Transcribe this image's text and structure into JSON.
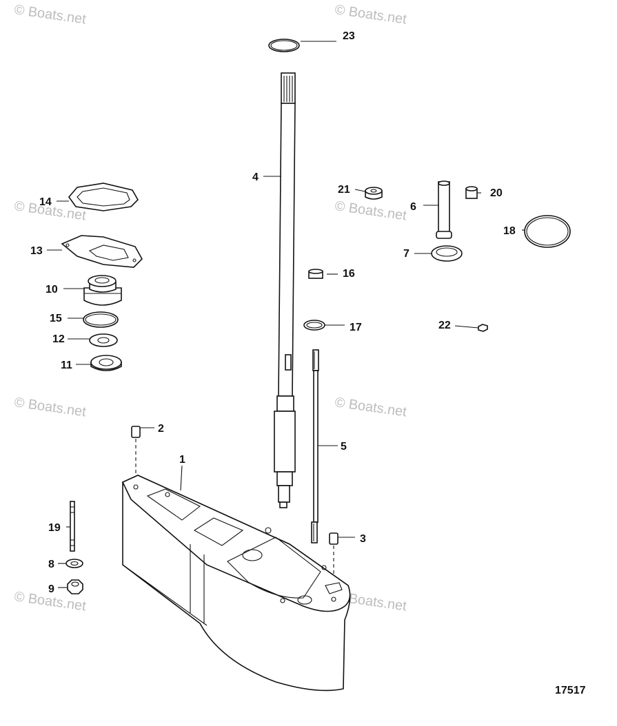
{
  "watermark": "© Boats.net",
  "figure_id": "17517",
  "callouts": [
    "1",
    "2",
    "3",
    "4",
    "5",
    "6",
    "7",
    "8",
    "9",
    "10",
    "11",
    "12",
    "13",
    "14",
    "15",
    "16",
    "17",
    "18",
    "19",
    "20",
    "21",
    "22",
    "23"
  ]
}
